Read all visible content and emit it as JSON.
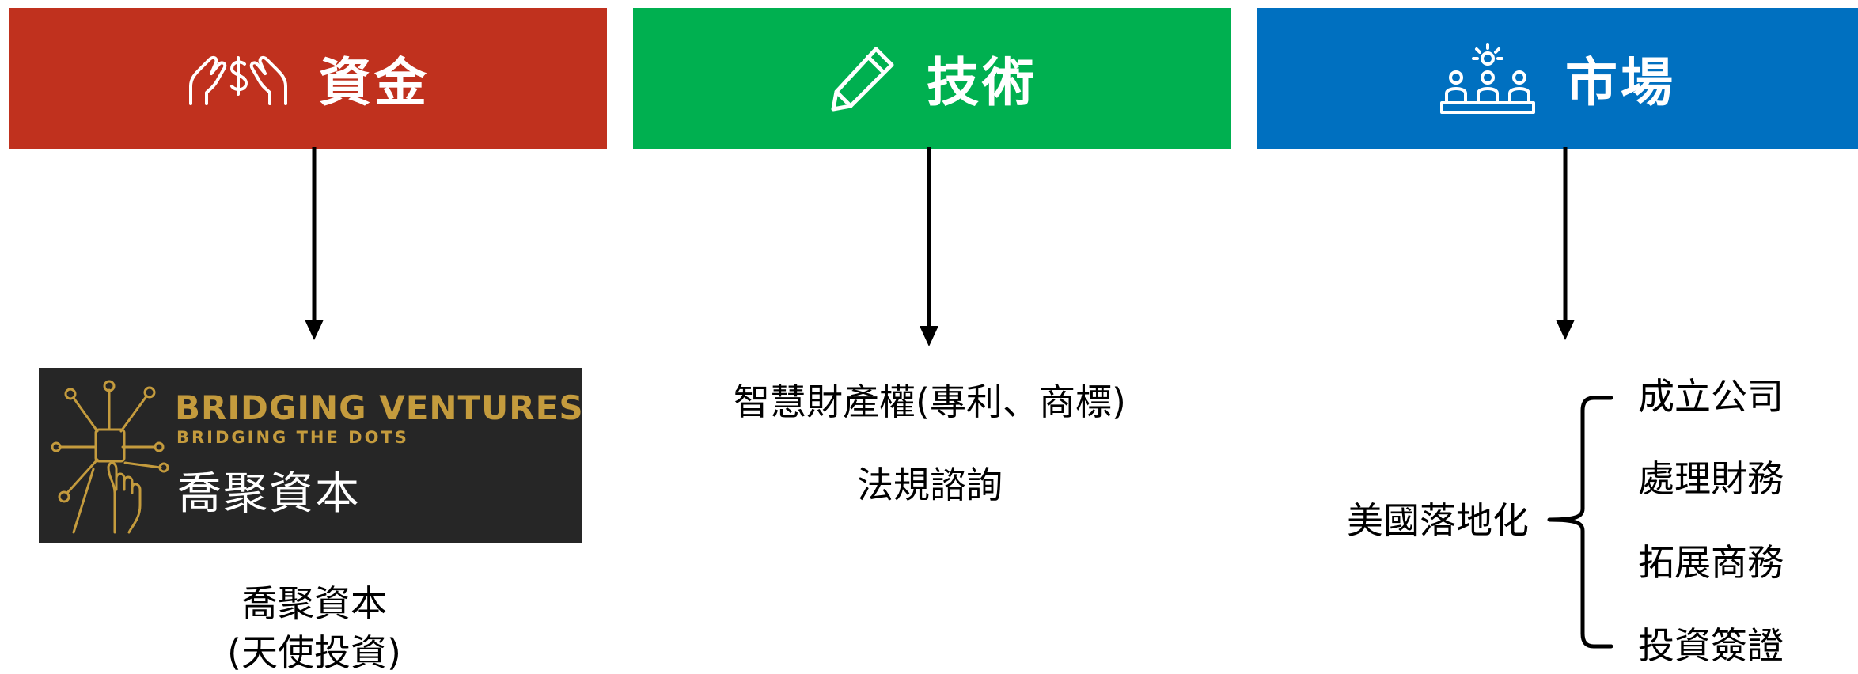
{
  "headers": {
    "funding": {
      "title": "資金",
      "icon": "hands-money-icon",
      "color": "#c0311e"
    },
    "technology": {
      "title": "技術",
      "icon": "pencil-icon",
      "color": "#00b050"
    },
    "market": {
      "title": "市場",
      "icon": "audience-idea-icon",
      "color": "#0070c0"
    }
  },
  "funding": {
    "logo": {
      "line1": "BRIDGING VENTURES",
      "line2": "BRIDGING THE DOTS",
      "cn": "喬聚資本",
      "accent_color": "#c49b3d",
      "background_color": "#262626"
    },
    "caption_line1": "喬聚資本",
    "caption_line2": "(天使投資)"
  },
  "technology": {
    "items": [
      "智慧財產權(專利、商標)",
      "法規諮詢"
    ]
  },
  "market": {
    "root": "美國落地化",
    "branches": [
      "成立公司",
      "處理財務",
      "拓展商務",
      "投資簽證"
    ]
  }
}
